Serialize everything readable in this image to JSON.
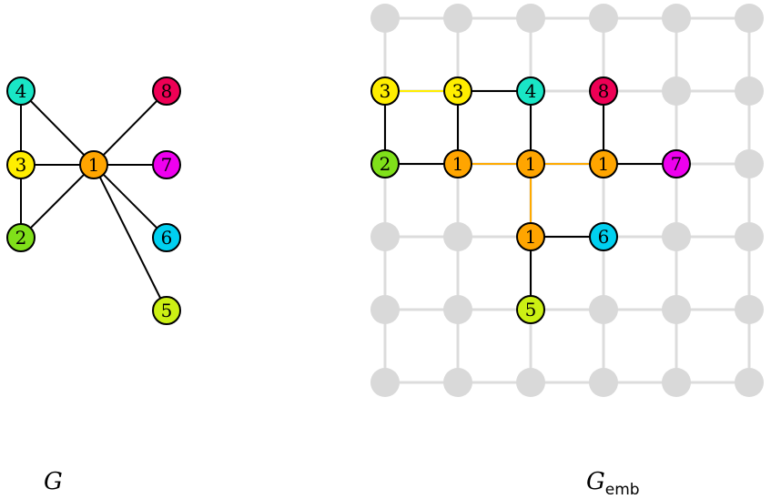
{
  "colors": {
    "1": "#ffa500",
    "2": "#80e01a",
    "3": "#ffee00",
    "4": "#19e6c6",
    "5": "#ccf014",
    "6": "#00d0f0",
    "7": "#ee00ee",
    "8": "#ee0055",
    "grid_node": "#d9d9d9",
    "grid_edge": "#dcdcdc",
    "chain_edge": "#ffaa00",
    "chain_edge_3": "#ffee00",
    "edge": "#000000"
  },
  "graph_g": {
    "caption": "G",
    "nodes": [
      {
        "id": "1",
        "label": "1"
      },
      {
        "id": "2",
        "label": "2"
      },
      {
        "id": "3",
        "label": "3"
      },
      {
        "id": "4",
        "label": "4"
      },
      {
        "id": "5",
        "label": "5"
      },
      {
        "id": "6",
        "label": "6"
      },
      {
        "id": "7",
        "label": "7"
      },
      {
        "id": "8",
        "label": "8"
      }
    ],
    "edges": [
      [
        "4",
        "3"
      ],
      [
        "3",
        "2"
      ],
      [
        "4",
        "1"
      ],
      [
        "3",
        "1"
      ],
      [
        "2",
        "1"
      ],
      [
        "1",
        "8"
      ],
      [
        "1",
        "7"
      ],
      [
        "1",
        "6"
      ],
      [
        "1",
        "5"
      ]
    ]
  },
  "graph_emb": {
    "caption_main": "G",
    "caption_sub": "emb",
    "grid_cols": 6,
    "grid_rows": 6,
    "nodes": [
      {
        "label": "3",
        "color_key": "3",
        "col": 0,
        "row": 1
      },
      {
        "label": "3",
        "color_key": "3",
        "col": 1,
        "row": 1
      },
      {
        "label": "4",
        "color_key": "4",
        "col": 2,
        "row": 1
      },
      {
        "label": "8",
        "color_key": "8",
        "col": 3,
        "row": 1
      },
      {
        "label": "2",
        "color_key": "2",
        "col": 0,
        "row": 2
      },
      {
        "label": "1",
        "color_key": "1",
        "col": 1,
        "row": 2
      },
      {
        "label": "1",
        "color_key": "1",
        "col": 2,
        "row": 2
      },
      {
        "label": "1",
        "color_key": "1",
        "col": 3,
        "row": 2
      },
      {
        "label": "7",
        "color_key": "7",
        "col": 4,
        "row": 2
      },
      {
        "label": "1",
        "color_key": "1",
        "col": 2,
        "row": 3
      },
      {
        "label": "6",
        "color_key": "6",
        "col": 3,
        "row": 3
      },
      {
        "label": "5",
        "color_key": "5",
        "col": 2,
        "row": 4
      }
    ],
    "edges": [
      {
        "from": [
          0,
          1
        ],
        "to": [
          1,
          1
        ],
        "kind": "chain3"
      },
      {
        "from": [
          1,
          1
        ],
        "to": [
          2,
          1
        ],
        "kind": "normal"
      },
      {
        "from": [
          0,
          1
        ],
        "to": [
          0,
          2
        ],
        "kind": "normal"
      },
      {
        "from": [
          1,
          1
        ],
        "to": [
          1,
          2
        ],
        "kind": "normal"
      },
      {
        "from": [
          2,
          1
        ],
        "to": [
          2,
          2
        ],
        "kind": "normal"
      },
      {
        "from": [
          3,
          1
        ],
        "to": [
          3,
          2
        ],
        "kind": "normal"
      },
      {
        "from": [
          0,
          2
        ],
        "to": [
          1,
          2
        ],
        "kind": "normal"
      },
      {
        "from": [
          1,
          2
        ],
        "to": [
          2,
          2
        ],
        "kind": "chain1"
      },
      {
        "from": [
          2,
          2
        ],
        "to": [
          3,
          2
        ],
        "kind": "chain1"
      },
      {
        "from": [
          3,
          2
        ],
        "to": [
          4,
          2
        ],
        "kind": "normal"
      },
      {
        "from": [
          2,
          2
        ],
        "to": [
          2,
          3
        ],
        "kind": "chain1"
      },
      {
        "from": [
          2,
          3
        ],
        "to": [
          3,
          3
        ],
        "kind": "normal"
      },
      {
        "from": [
          2,
          3
        ],
        "to": [
          2,
          4
        ],
        "kind": "normal"
      }
    ]
  }
}
